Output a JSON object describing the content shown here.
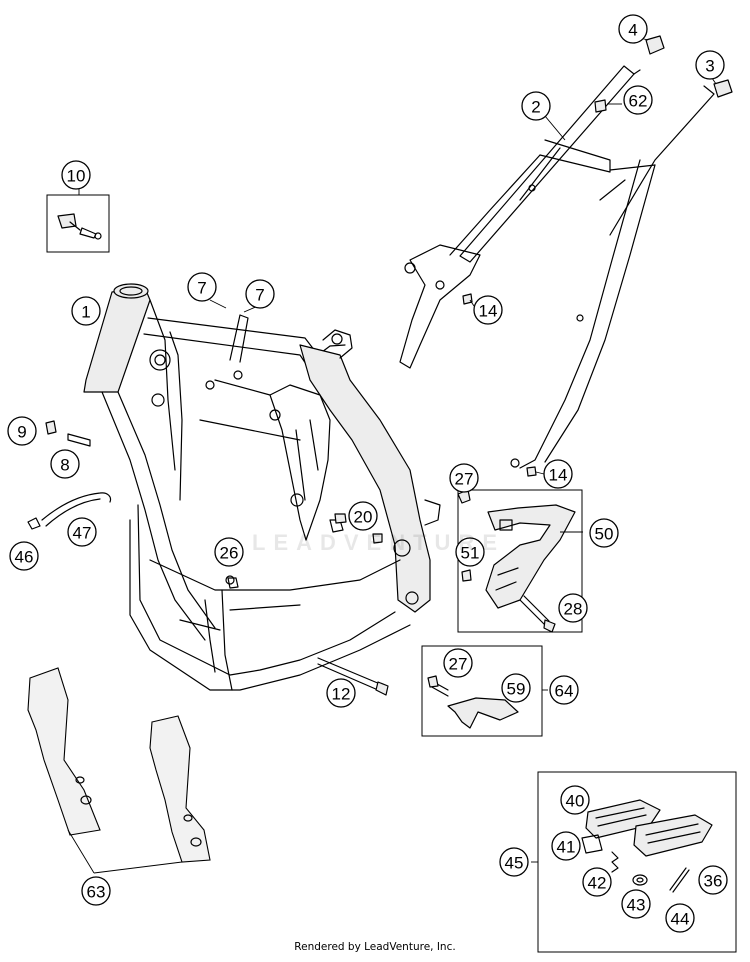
{
  "diagram": {
    "callouts": [
      "1",
      "2",
      "3",
      "4",
      "7",
      "7",
      "8",
      "9",
      "10",
      "12",
      "14",
      "14",
      "20",
      "26",
      "27",
      "27",
      "28",
      "36",
      "40",
      "41",
      "42",
      "43",
      "44",
      "45",
      "46",
      "47",
      "50",
      "51",
      "59",
      "62",
      "63",
      "64"
    ]
  },
  "watermark": "LEADVENTURE",
  "footer": "Rendered by LeadVenture, Inc."
}
